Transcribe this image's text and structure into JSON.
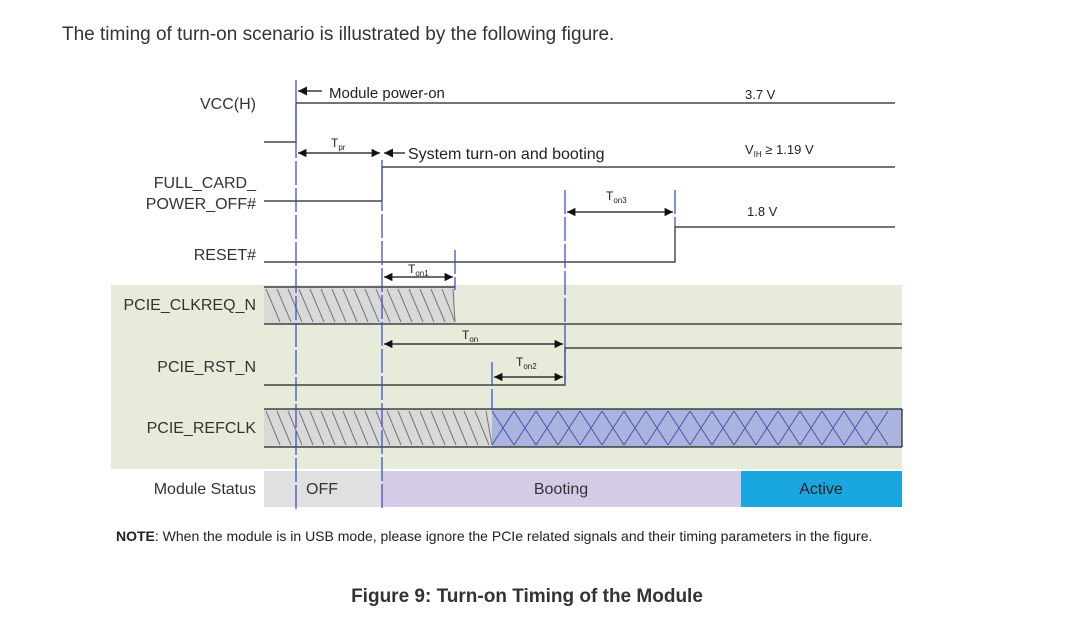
{
  "intro": "The timing of turn-on scenario is illustrated by the following figure.",
  "signals": {
    "vcc": "VCC(H)",
    "full_card_1": "FULL_CARD_",
    "full_card_2": "POWER_OFF#",
    "reset": "RESET#",
    "clkreq": "PCIE_CLKREQ_N",
    "rst": "PCIE_RST_N",
    "refclk": "PCIE_REFCLK",
    "status": "Module Status"
  },
  "annotations": {
    "power_on": "Module power-on",
    "system_on": "System turn-on and booting",
    "v_vcc": "3.7 V",
    "v_ih_sub": "IH",
    "v_ih_rest": " ≥ 1.19 V",
    "v_reset": "1.8 V"
  },
  "timings": {
    "tpr_sub": "pr",
    "ton1_sub": "on1",
    "ton_sub": "on",
    "ton2_sub": "on2",
    "ton3_sub": "on3"
  },
  "status": {
    "off": "OFF",
    "booting": "Booting",
    "active": "Active"
  },
  "colors": {
    "signal_bg": "#e6ecd9",
    "booting": "#d4cce6",
    "active": "#1aa7e1",
    "off": "#e0e0e0",
    "marker": "#3344cc",
    "hatch_blue": "#a9b4df"
  },
  "note": {
    "label": "NOTE",
    "text": ": When the module is in USB mode, please ignore the PCIe related signals and their timing parameters in the figure."
  },
  "caption": "Figure 9: Turn-on Timing of the Module"
}
